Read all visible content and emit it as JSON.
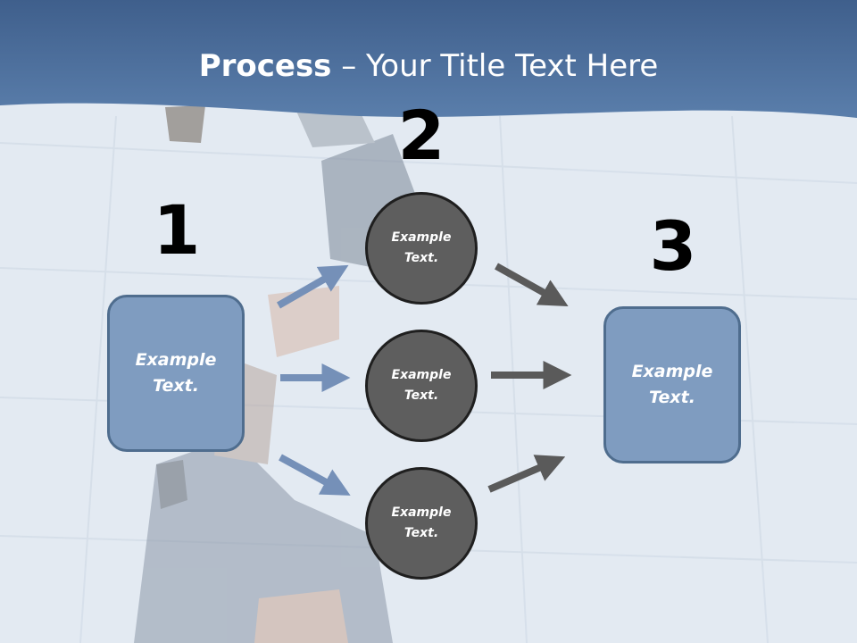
{
  "title": {
    "bold": "Process",
    "rest": " – Your Title Text Here"
  },
  "steps": {
    "step1": {
      "number": "1",
      "text": "Example Text."
    },
    "step2": {
      "number": "2",
      "circles": [
        {
          "text": "Example Text."
        },
        {
          "text": "Example Text."
        },
        {
          "text": "Example Text."
        }
      ]
    },
    "step3": {
      "number": "3",
      "text": "Example Text."
    }
  },
  "colors": {
    "header": "#4d6f9d",
    "box_fill": "#7f9cc0",
    "box_border": "#4f6d8e",
    "circle_fill": "#5e5e5e",
    "blue_arrow": "#7590b8",
    "gray_arrow": "#5a5a5a"
  }
}
